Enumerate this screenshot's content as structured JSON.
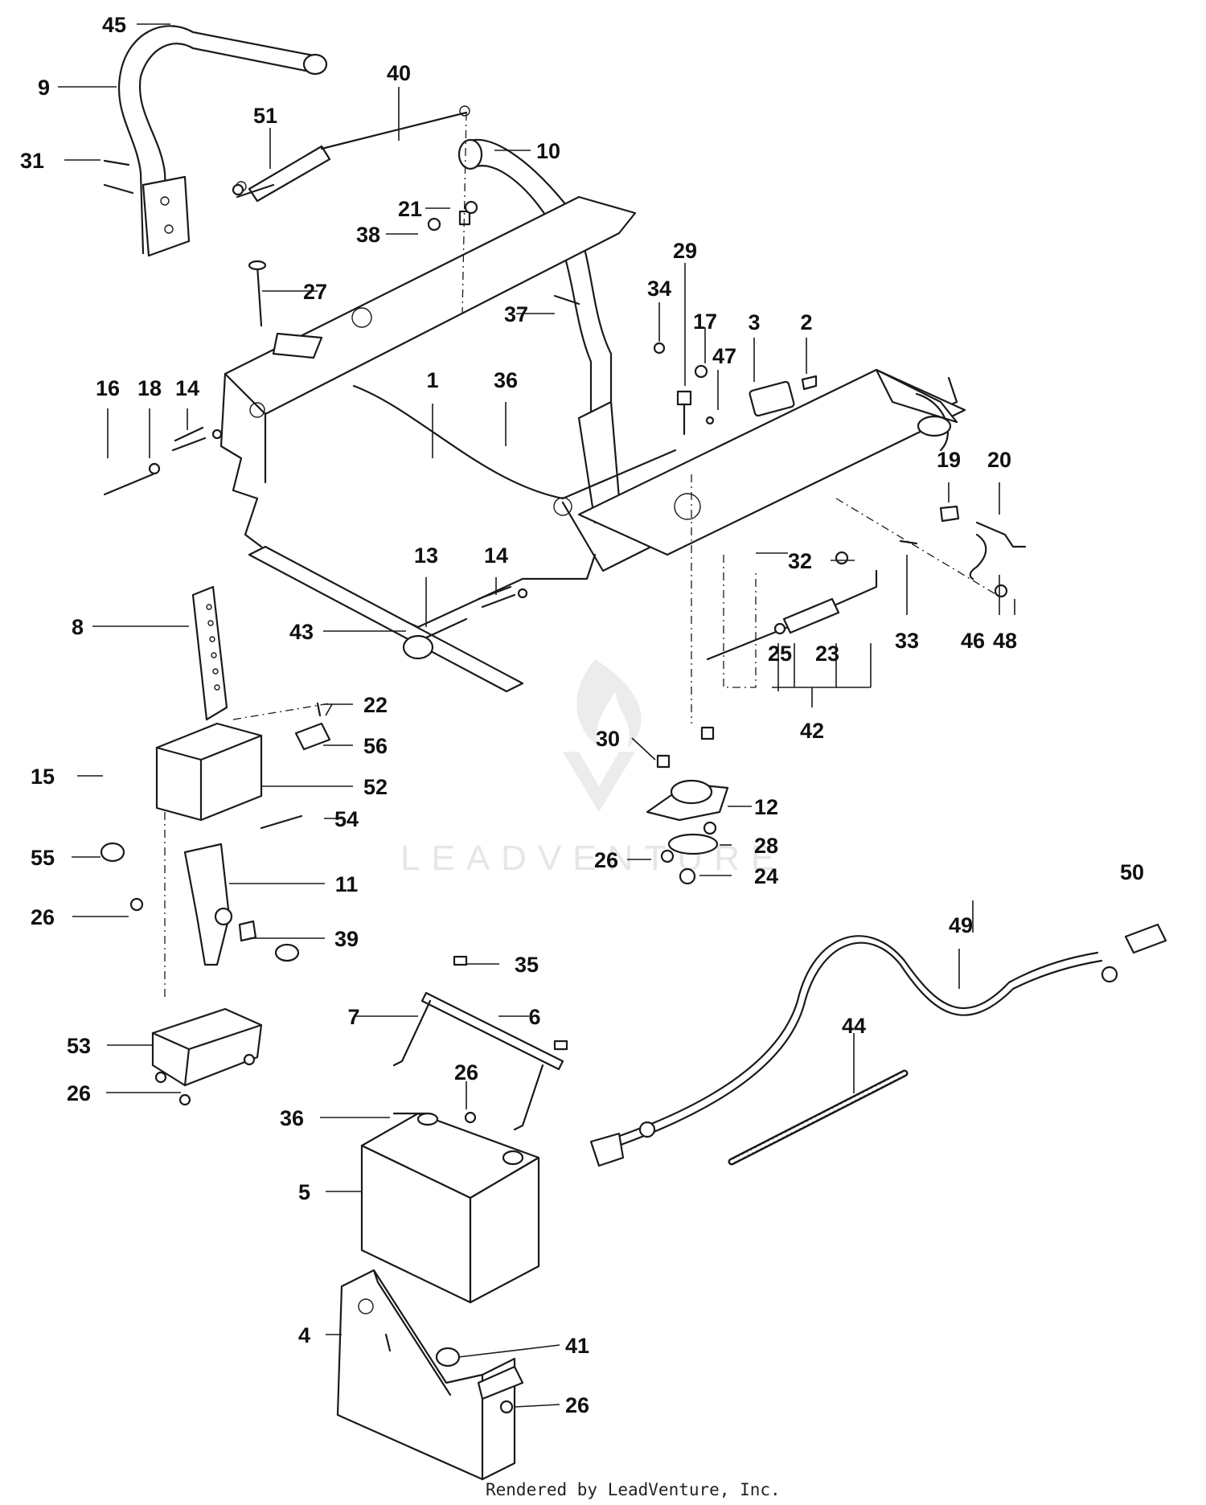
{
  "callouts": [
    {
      "id": "c1",
      "num": "1"
    },
    {
      "id": "c2",
      "num": "2"
    },
    {
      "id": "c3",
      "num": "3"
    },
    {
      "id": "c4",
      "num": "4"
    },
    {
      "id": "c5",
      "num": "5"
    },
    {
      "id": "c6",
      "num": "6"
    },
    {
      "id": "c7",
      "num": "7"
    },
    {
      "id": "c8",
      "num": "8"
    },
    {
      "id": "c9",
      "num": "9"
    },
    {
      "id": "c10",
      "num": "10"
    },
    {
      "id": "c11",
      "num": "11"
    },
    {
      "id": "c12",
      "num": "12"
    },
    {
      "id": "c13",
      "num": "13"
    },
    {
      "id": "c14a",
      "num": "14"
    },
    {
      "id": "c14b",
      "num": "14"
    },
    {
      "id": "c15",
      "num": "15"
    },
    {
      "id": "c16",
      "num": "16"
    },
    {
      "id": "c17",
      "num": "17"
    },
    {
      "id": "c18",
      "num": "18"
    },
    {
      "id": "c19",
      "num": "19"
    },
    {
      "id": "c20",
      "num": "20"
    },
    {
      "id": "c21",
      "num": "21"
    },
    {
      "id": "c22",
      "num": "22"
    },
    {
      "id": "c23",
      "num": "23"
    },
    {
      "id": "c24",
      "num": "24"
    },
    {
      "id": "c25",
      "num": "25"
    },
    {
      "id": "c26a",
      "num": "26"
    },
    {
      "id": "c26b",
      "num": "26"
    },
    {
      "id": "c26c",
      "num": "26"
    },
    {
      "id": "c26d",
      "num": "26"
    },
    {
      "id": "c26e",
      "num": "26"
    },
    {
      "id": "c27",
      "num": "27"
    },
    {
      "id": "c28",
      "num": "28"
    },
    {
      "id": "c29",
      "num": "29"
    },
    {
      "id": "c30",
      "num": "30"
    },
    {
      "id": "c31",
      "num": "31"
    },
    {
      "id": "c32",
      "num": "32"
    },
    {
      "id": "c33",
      "num": "33"
    },
    {
      "id": "c34",
      "num": "34"
    },
    {
      "id": "c35",
      "num": "35"
    },
    {
      "id": "c36a",
      "num": "36"
    },
    {
      "id": "c36b",
      "num": "36"
    },
    {
      "id": "c37",
      "num": "37"
    },
    {
      "id": "c38",
      "num": "38"
    },
    {
      "id": "c39",
      "num": "39"
    },
    {
      "id": "c40",
      "num": "40"
    },
    {
      "id": "c41",
      "num": "41"
    },
    {
      "id": "c42",
      "num": "42"
    },
    {
      "id": "c43",
      "num": "43"
    },
    {
      "id": "c44",
      "num": "44"
    },
    {
      "id": "c45",
      "num": "45"
    },
    {
      "id": "c46",
      "num": "46"
    },
    {
      "id": "c47",
      "num": "47"
    },
    {
      "id": "c48",
      "num": "48"
    },
    {
      "id": "c49",
      "num": "49"
    },
    {
      "id": "c50",
      "num": "50"
    },
    {
      "id": "c51",
      "num": "51"
    },
    {
      "id": "c52",
      "num": "52"
    },
    {
      "id": "c53",
      "num": "53"
    },
    {
      "id": "c54",
      "num": "54"
    },
    {
      "id": "c55",
      "num": "55"
    },
    {
      "id": "c56",
      "num": "56"
    }
  ],
  "watermark": "LEADVENTURE",
  "footer": "Rendered by LeadVenture, Inc."
}
